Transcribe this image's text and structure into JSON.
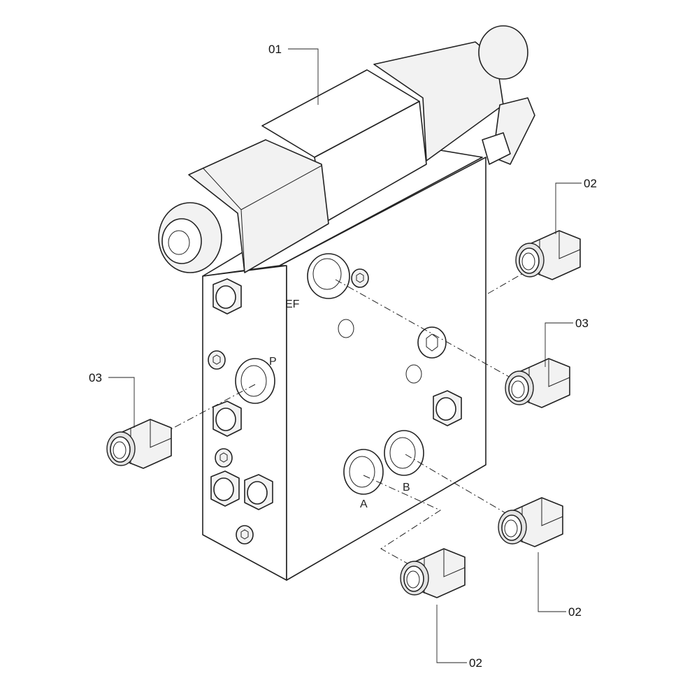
{
  "callouts": {
    "c01": "01",
    "c02_top": "02",
    "c03_right": "03",
    "c03_left": "03",
    "c02_right": "02",
    "c02_bottom": "02"
  },
  "ports": {
    "ef": "EF",
    "p": "P",
    "a": "A",
    "b": "B"
  }
}
